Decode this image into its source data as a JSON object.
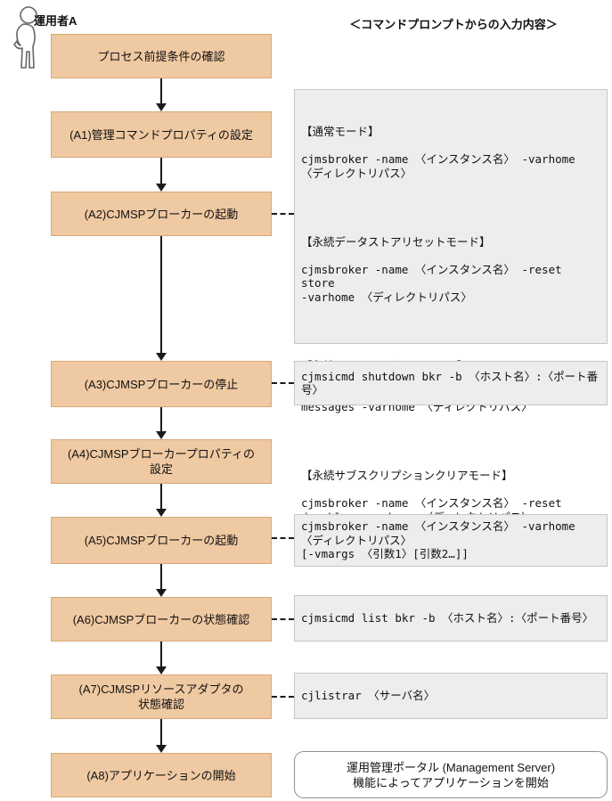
{
  "header": {
    "actor": "運用者A",
    "right_title": "＜コマンドプロンプトからの入力内容＞"
  },
  "steps": [
    {
      "id": "precondition",
      "label": "プロセス前提条件の確認"
    },
    {
      "id": "a1",
      "label": "(A1)管理コマンドプロパティの設定"
    },
    {
      "id": "a2",
      "label": "(A2)CJMSPブローカーの起動"
    },
    {
      "id": "a3",
      "label": "(A3)CJMSPブローカーの停止"
    },
    {
      "id": "a4",
      "label": "(A4)CJMSPブローカープロパティの\n設定"
    },
    {
      "id": "a5",
      "label": "(A5)CJMSPブローカーの起動"
    },
    {
      "id": "a6",
      "label": "(A6)CJMSPブローカーの状態確認"
    },
    {
      "id": "a7",
      "label": "(A7)CJMSPリソースアダプタの\n状態確認"
    },
    {
      "id": "a8",
      "label": "(A8)アプリケーションの開始"
    }
  ],
  "a2_modes": [
    {
      "heading": "【通常モード】",
      "command": "cjmsbroker -name 〈インスタンス名〉 -varhome\n〈ディレクトリパス〉"
    },
    {
      "heading": "【永続データストアリセットモード】",
      "command": "cjmsbroker -name 〈インスタンス名〉 -reset store\n-varhome 〈ディレクトリパス〉"
    },
    {
      "heading": "【永続メッセージクリアモード】",
      "command": "cjmsbroker -name 〈インスタンス名〉 -reset\nmessages -varhome 〈ディレクトリパス〉"
    },
    {
      "heading": "【永続サブスクリプションクリアモード】",
      "command": "cjmsbroker -name 〈インスタンス名〉 -reset\ndurables -varhome 〈ディレクトリパス〉"
    }
  ],
  "commands": {
    "a3": "cjmsicmd shutdown bkr -b 〈ホスト名〉:〈ポート番号〉",
    "a5": "cjmsbroker -name 〈インスタンス名〉 -varhome\n〈ディレクトリパス〉\n[-vmargs 〈引数1〉[引数2…]]",
    "a6": "cjmsicmd list bkr -b 〈ホスト名〉:〈ポート番号〉",
    "a7": "cjlistrar 〈サーバ名〉"
  },
  "note_a8": "運用管理ポータル (Management Server)\n機能によってアプリケーションを開始",
  "colors": {
    "step_fill": "#EFC9A2",
    "step_border": "#D8A878",
    "command_fill": "#EDEDED",
    "command_border": "#C6C6C6",
    "arrow": "#1a1a1a",
    "note_border": "#8f8f8f"
  }
}
